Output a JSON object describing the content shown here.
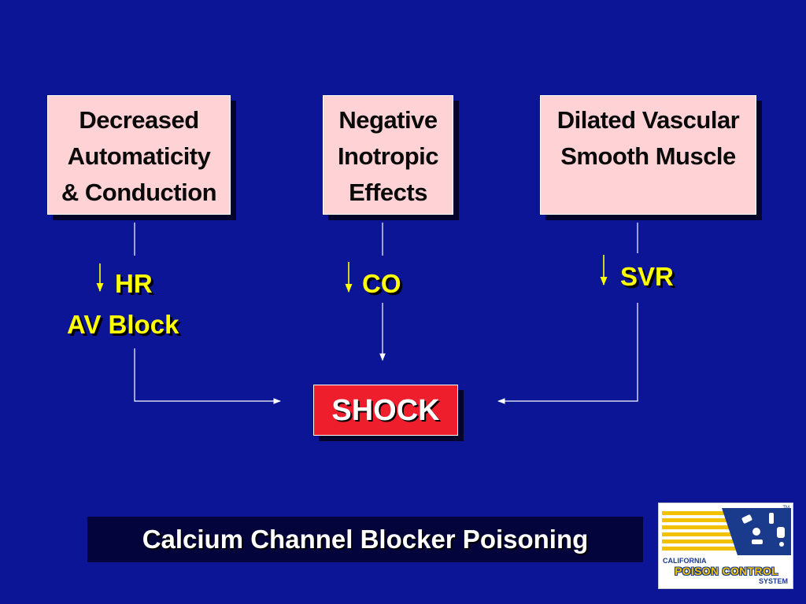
{
  "boxes": [
    {
      "lines": [
        "Decreased",
        "Automaticity",
        "& Conduction"
      ]
    },
    {
      "lines": [
        "Negative",
        "Inotropic",
        "Effects"
      ]
    },
    {
      "lines": [
        "Dilated Vascular",
        "Smooth Muscle"
      ]
    }
  ],
  "effects": {
    "hr": "HR",
    "av_block": "AV Block",
    "co": "CO",
    "svr": "SVR"
  },
  "outcome": "SHOCK",
  "title": "Calcium Channel Blocker Poisoning",
  "logo": {
    "line1": "CALIFORNIA",
    "line2": "POISON CONTROL",
    "line3": "SYSTEM",
    "trademark": "TM"
  },
  "colors": {
    "background": "#0c1596",
    "box_fill": "#ffd2d6",
    "label_yellow": "#ffff00",
    "shock_red": "#ee1e2d",
    "title_bar": "#04043c",
    "logo_gold": "#f2c200",
    "logo_blue": "#1a3b8c"
  }
}
